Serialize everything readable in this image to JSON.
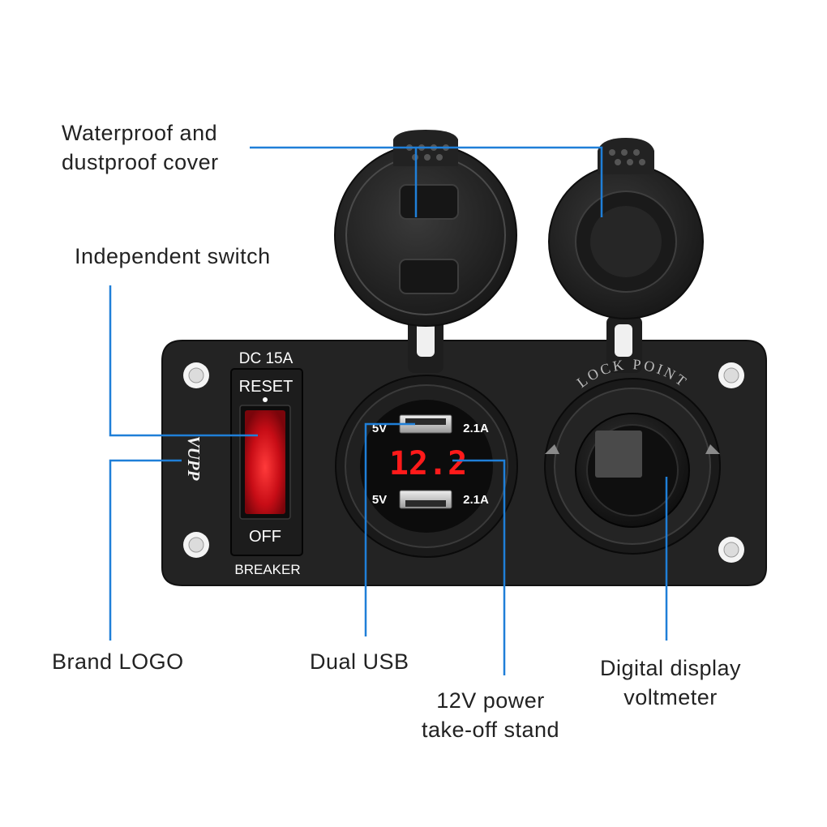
{
  "callouts": {
    "cover": {
      "line1": "Waterproof and",
      "line2": "dustproof cover"
    },
    "switch": {
      "text": "Independent switch"
    },
    "logo": {
      "text": "Brand LOGO"
    },
    "usb": {
      "text": "Dual USB"
    },
    "stand": {
      "line1": "12V power",
      "line2": "take-off stand"
    },
    "voltmeter": {
      "line1": "Digital display",
      "line2": "voltmeter"
    }
  },
  "panel": {
    "breaker_rating": "DC 15A",
    "reset_label": "RESET",
    "off_label": "OFF",
    "breaker_label": "BREAKER",
    "brand_logo": "VUPP",
    "usb_top_voltage": "5V",
    "usb_top_current": "2.1A",
    "usb_bottom_voltage": "5V",
    "usb_bottom_current": "2.1A",
    "voltage_reading": "12.2",
    "socket_ring_text": "LOCK POINT"
  },
  "colors": {
    "callout_line": "#1f7fd8",
    "panel": "#222222",
    "rubber": "#2a2a2a",
    "led_red": "#ff1a1a",
    "switch_red": "#d4101a"
  }
}
